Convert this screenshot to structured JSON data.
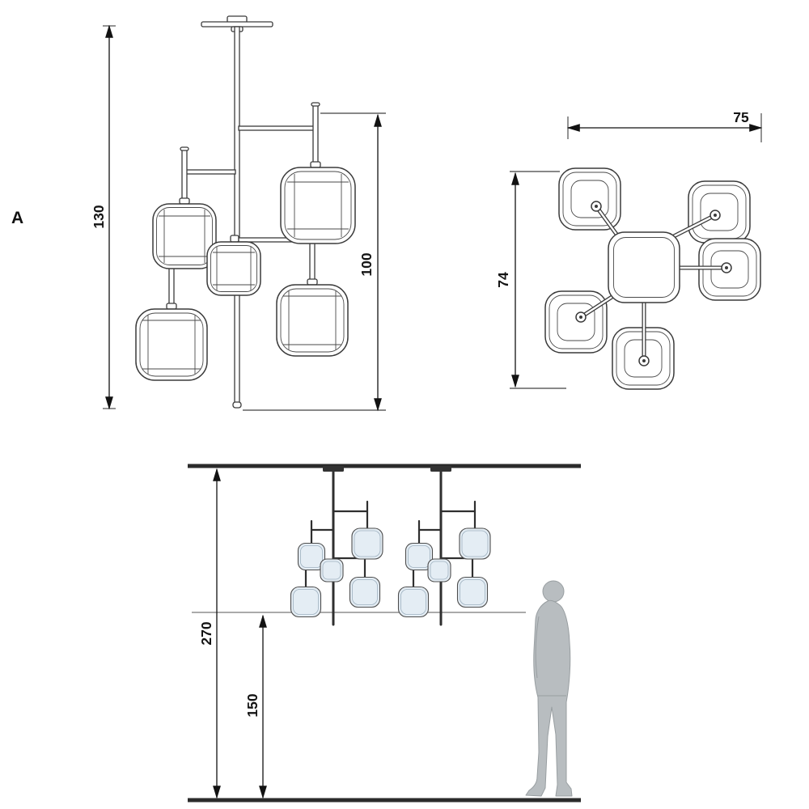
{
  "meta": {
    "background": "#ffffff"
  },
  "view_labels": {
    "front_marker": "A"
  },
  "front_view": {
    "dim_total_height": "130",
    "dim_body_height": "100"
  },
  "top_view": {
    "dim_width": "75",
    "dim_depth": "74"
  },
  "installation_view": {
    "dim_floor_to_ceiling": "270",
    "dim_floor_to_fixture_bottom": "150"
  },
  "colors": {
    "drawing_line": "#3a3a3a",
    "dimension_line": "#121212",
    "glass_tint": "#e4edf4",
    "figure_gray": "#b8bdc0"
  }
}
